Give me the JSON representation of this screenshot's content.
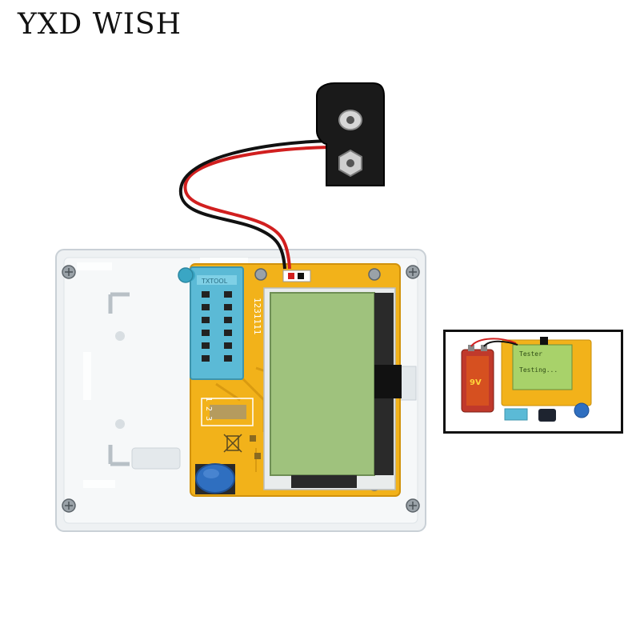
{
  "brand": {
    "name": "YXD WISH"
  },
  "product": {
    "board_silkscreen": "1231111",
    "board_pins": "1 2 3",
    "socket_label": "TXTOOL"
  },
  "inset": {
    "lcd_line1": "Tester",
    "lcd_line2": "Testing...",
    "battery_label": "9V"
  },
  "colors": {
    "background": "#ffffff",
    "case": "#eef1f3",
    "pcb": "#f2b21a",
    "lcd": "#9fc27d",
    "socket": "#5bbad6",
    "button": "#2f6fc0",
    "clip": "#1a1a1a",
    "wire_red": "#d11f1f",
    "wire_black": "#111111"
  }
}
